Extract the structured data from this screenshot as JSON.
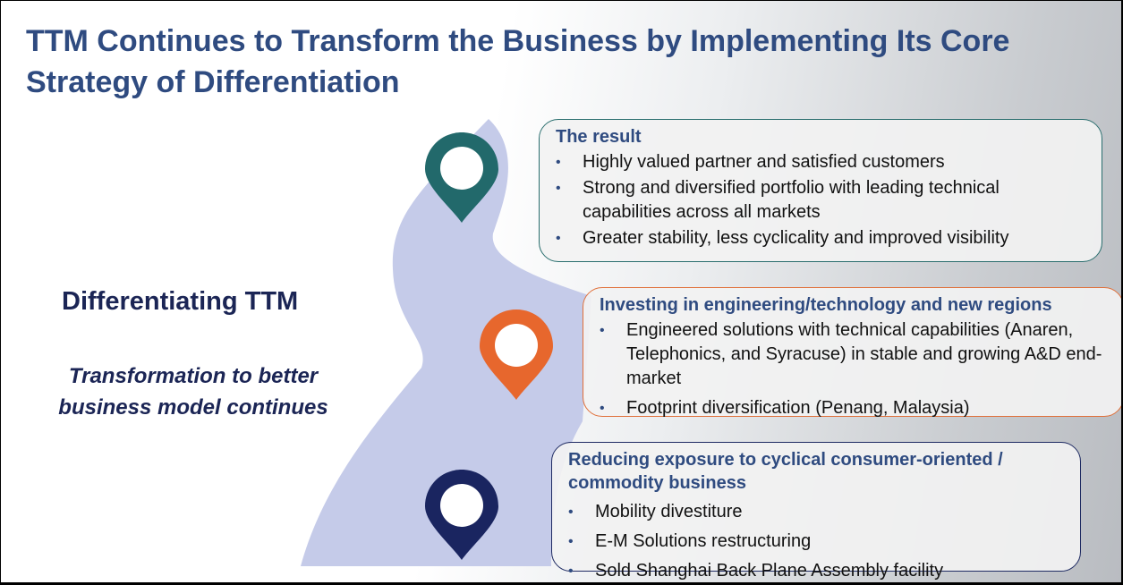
{
  "title": "TTM Continues to Transform the Business by Implementing Its Core Strategy of Differentiation",
  "left": {
    "heading": "Differentiating TTM",
    "subheading": "Transformation to better business model continues"
  },
  "boxes": [
    {
      "heading": "The result",
      "color": "#2a6e6e",
      "items": [
        "Highly valued partner and satisfied customers",
        "Strong and diversified portfolio with leading technical capabilities across all markets",
        "Greater stability, less cyclicality and improved visibility"
      ]
    },
    {
      "heading": "Investing in engineering/technology and new regions",
      "color": "#e7672d",
      "items": [
        "Engineered solutions with technical capabilities (Anaren, Telephonics, and Syracuse) in stable and growing A&D end-market",
        "Footprint diversification (Penang, Malaysia)"
      ]
    },
    {
      "heading": "Reducing exposure to cyclical consumer-oriented / commodity business",
      "color": "#1a2560",
      "items": [
        "Mobility divestiture",
        "E-M Solutions restructuring",
        "Sold Shanghai Back Plane Assembly facility"
      ]
    }
  ]
}
